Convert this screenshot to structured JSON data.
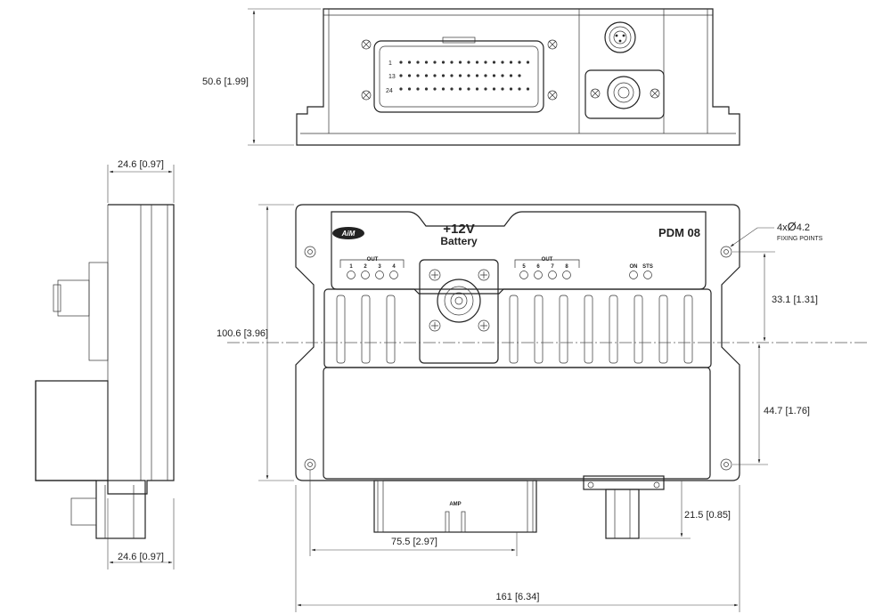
{
  "dimensions": {
    "top_height": "50.6 [1.99]",
    "side_top_width": "24.6 [0.97]",
    "side_bottom_width": "24.6 [0.97]",
    "front_height": "100.6 [3.96]",
    "upper_hole_offset": "33.1 [1.31]",
    "lower_hole_offset": "44.7 [1.76]",
    "connector_height": "21.5 [0.85]",
    "connector_offset": "75.5 [2.97]",
    "overall_width": "161 [6.34]"
  },
  "fixing": {
    "count_label": "4x",
    "diameter_symbol": "Ø",
    "diameter": "4.2",
    "note": "FIXING POINTS"
  },
  "front_panel": {
    "main_label": "+12V",
    "sub_label": "Battery",
    "model": "PDM 08",
    "out_group1_title": "OUT",
    "out_group2_title": "OUT",
    "out_nums_left": [
      "1",
      "2",
      "3",
      "4"
    ],
    "out_nums_right": [
      "5",
      "6",
      "7",
      "8"
    ],
    "status_labels": [
      "ON",
      "STS"
    ],
    "brand": "AiM",
    "amp_label": "AMP"
  },
  "connector_pins": {
    "row1": "1",
    "row2": "13",
    "row3": "24"
  },
  "colors": {
    "line": "#222222",
    "background": "#ffffff"
  }
}
